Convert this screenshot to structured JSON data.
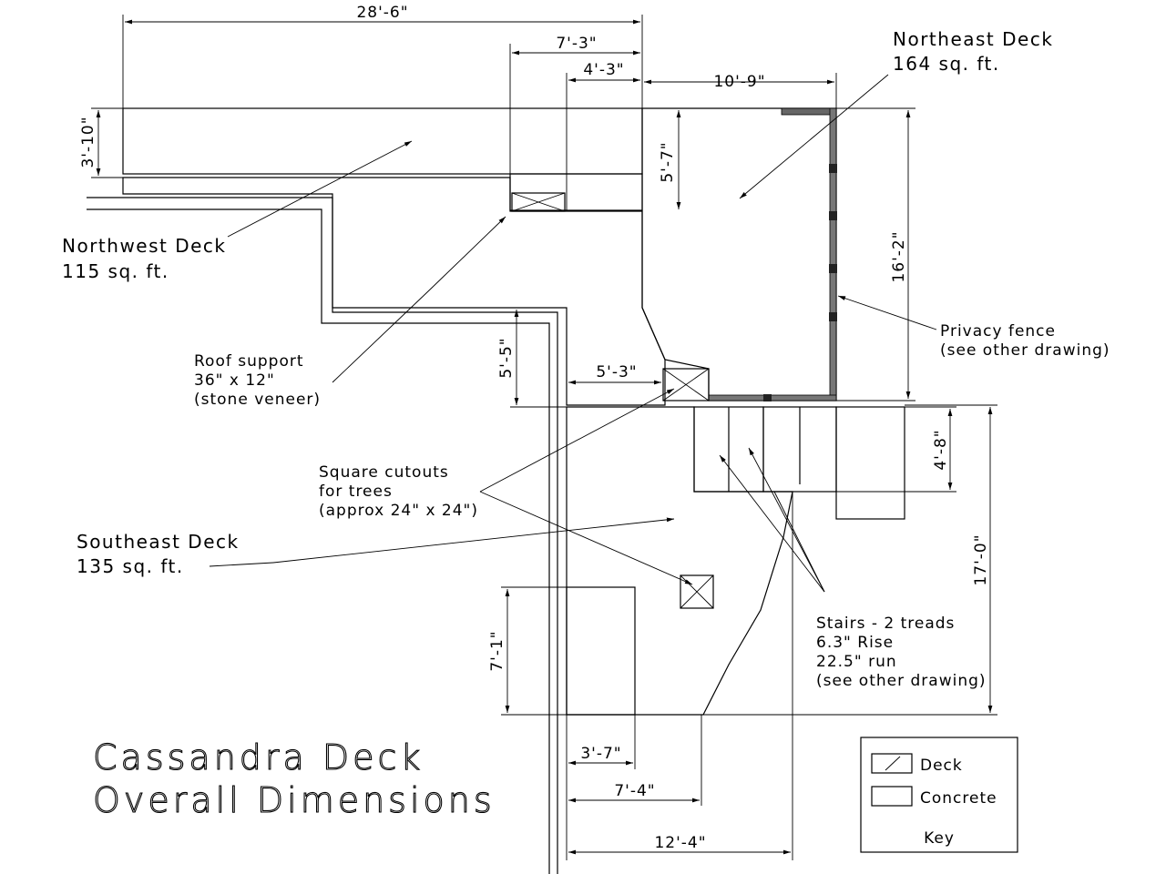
{
  "title": {
    "line1": "Cassandra Deck",
    "line2": "Overall Dimensions"
  },
  "labels": {
    "northeast_name": "Northeast Deck",
    "northeast_area": "164 sq. ft.",
    "northwest_name": "Northwest Deck",
    "northwest_area": "115 sq. ft.",
    "southeast_name": "Southeast Deck",
    "southeast_area": "135 sq. ft."
  },
  "notes": {
    "roof_support": [
      "Roof support",
      "36\" x 12\"",
      "(stone veneer)"
    ],
    "cutouts": [
      "Square cutouts",
      "for trees",
      "(approx 24\" x 24\")"
    ],
    "privacy_fence": [
      "Privacy fence",
      "(see other drawing)"
    ],
    "stairs": [
      "Stairs - 2 treads",
      "6.3\" Rise",
      "22.5\" run",
      "(see other drawing)"
    ]
  },
  "dimensions": {
    "overall_width": "28'-6\"",
    "nw_step": "7'-3\"",
    "nw_step_inner": "4'-3\"",
    "ne_width": "10'-9\"",
    "nw_depth": "3'-10\"",
    "ne_inner": "5'-7\"",
    "ne_depth": "16'-2\"",
    "support_offset": "5'-5\"",
    "support_width": "5'-3\"",
    "stair_depth": "4'-8\"",
    "se_depth": "17'-0\"",
    "slab_height": "7'-1\"",
    "slab_width": "3'-7\"",
    "se_bottom": "7'-4\"",
    "se_width": "12'-4\""
  },
  "legend": {
    "deck": "Deck",
    "concrete": "Concrete",
    "key": "Key"
  }
}
